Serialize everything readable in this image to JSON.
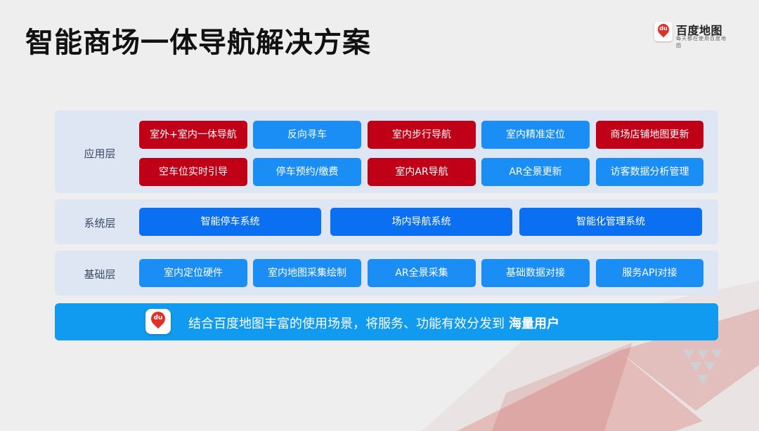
{
  "slide": {
    "title": "智能商场一体导航解决方案"
  },
  "logo": {
    "badge": "du",
    "name": "百度地图",
    "slogan": "每天都在使用百度地图"
  },
  "colors": {
    "red": "#c00017",
    "blue": "#1a8ef5",
    "deep_blue": "#0b6ff2",
    "banner": "#109bf0",
    "layer_bg": "#dce4f4"
  },
  "layers": {
    "app": {
      "label": "应用层",
      "row1": [
        "室外+室内一体导航",
        "反向寻车",
        "室内步行导航",
        "室内精准定位",
        "商场店铺地图更新"
      ],
      "row2": [
        "空车位实时引导",
        "停车预约/缴费",
        "室内AR导航",
        "AR全景更新",
        "访客数据分析管理"
      ]
    },
    "system": {
      "label": "系统层",
      "items": [
        "智能停车系统",
        "场内导航系统",
        "智能化管理系统"
      ]
    },
    "base": {
      "label": "基础层",
      "items": [
        "室内定位硬件",
        "室内地图采集绘制",
        "AR全景采集",
        "基础数据对接",
        "服务API对接"
      ]
    }
  },
  "banner": {
    "icon": "baidu-map-app-icon",
    "badge": "du",
    "text": "结合百度地图丰富的使用场景，将服务、功能有效分发到",
    "highlight": "海量用户"
  }
}
